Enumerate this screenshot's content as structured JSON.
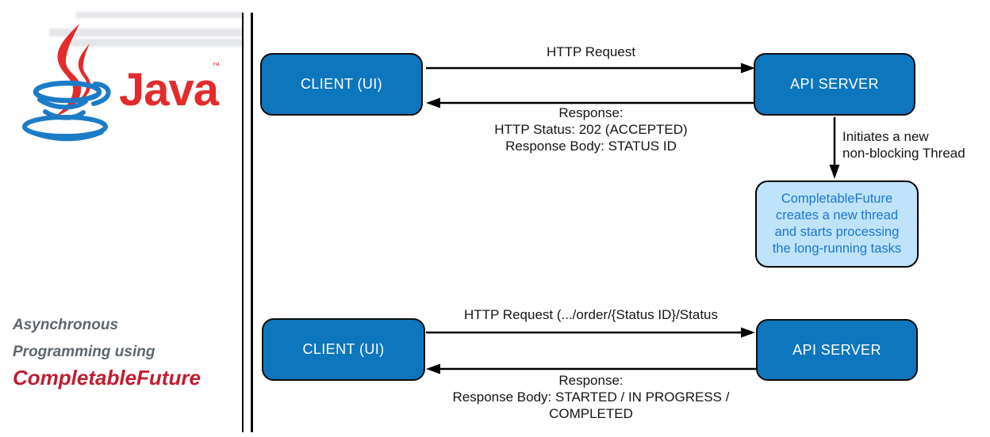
{
  "logo": {
    "brand": "Java",
    "trademark": "™"
  },
  "caption": {
    "line1": "Asynchronous",
    "line2": "Programming using",
    "line3": "CompletableFuture"
  },
  "colors": {
    "node_fill": "#0d76bd",
    "node_text": "#ffffff",
    "future_fill": "#bfe3f8",
    "future_text": "#1b76d2",
    "caption_gray": "#5d6670",
    "caption_red": "#c01d31",
    "java_red": "#e32b2b",
    "java_blue": "#1c7bc7"
  },
  "flow1": {
    "client_label": "CLIENT (UI)",
    "server_label": "API SERVER",
    "request_label": "HTTP Request",
    "response_lines": [
      "Response:",
      "HTTP Status: 202 (ACCEPTED)",
      "Response Body: STATUS ID"
    ],
    "thread_lines": [
      "Initiates a new",
      "non-blocking Thread"
    ],
    "future_lines": [
      "CompletableFuture",
      "creates a new thread",
      "and starts processing",
      "the long-running tasks"
    ]
  },
  "flow2": {
    "client_label": "CLIENT (UI)",
    "server_label": "API SERVER",
    "request_label": "HTTP Request (.../order/{Status ID}/Status",
    "response_lines": [
      "Response:",
      "Response Body: STARTED / IN PROGRESS /",
      "COMPLETED"
    ]
  }
}
